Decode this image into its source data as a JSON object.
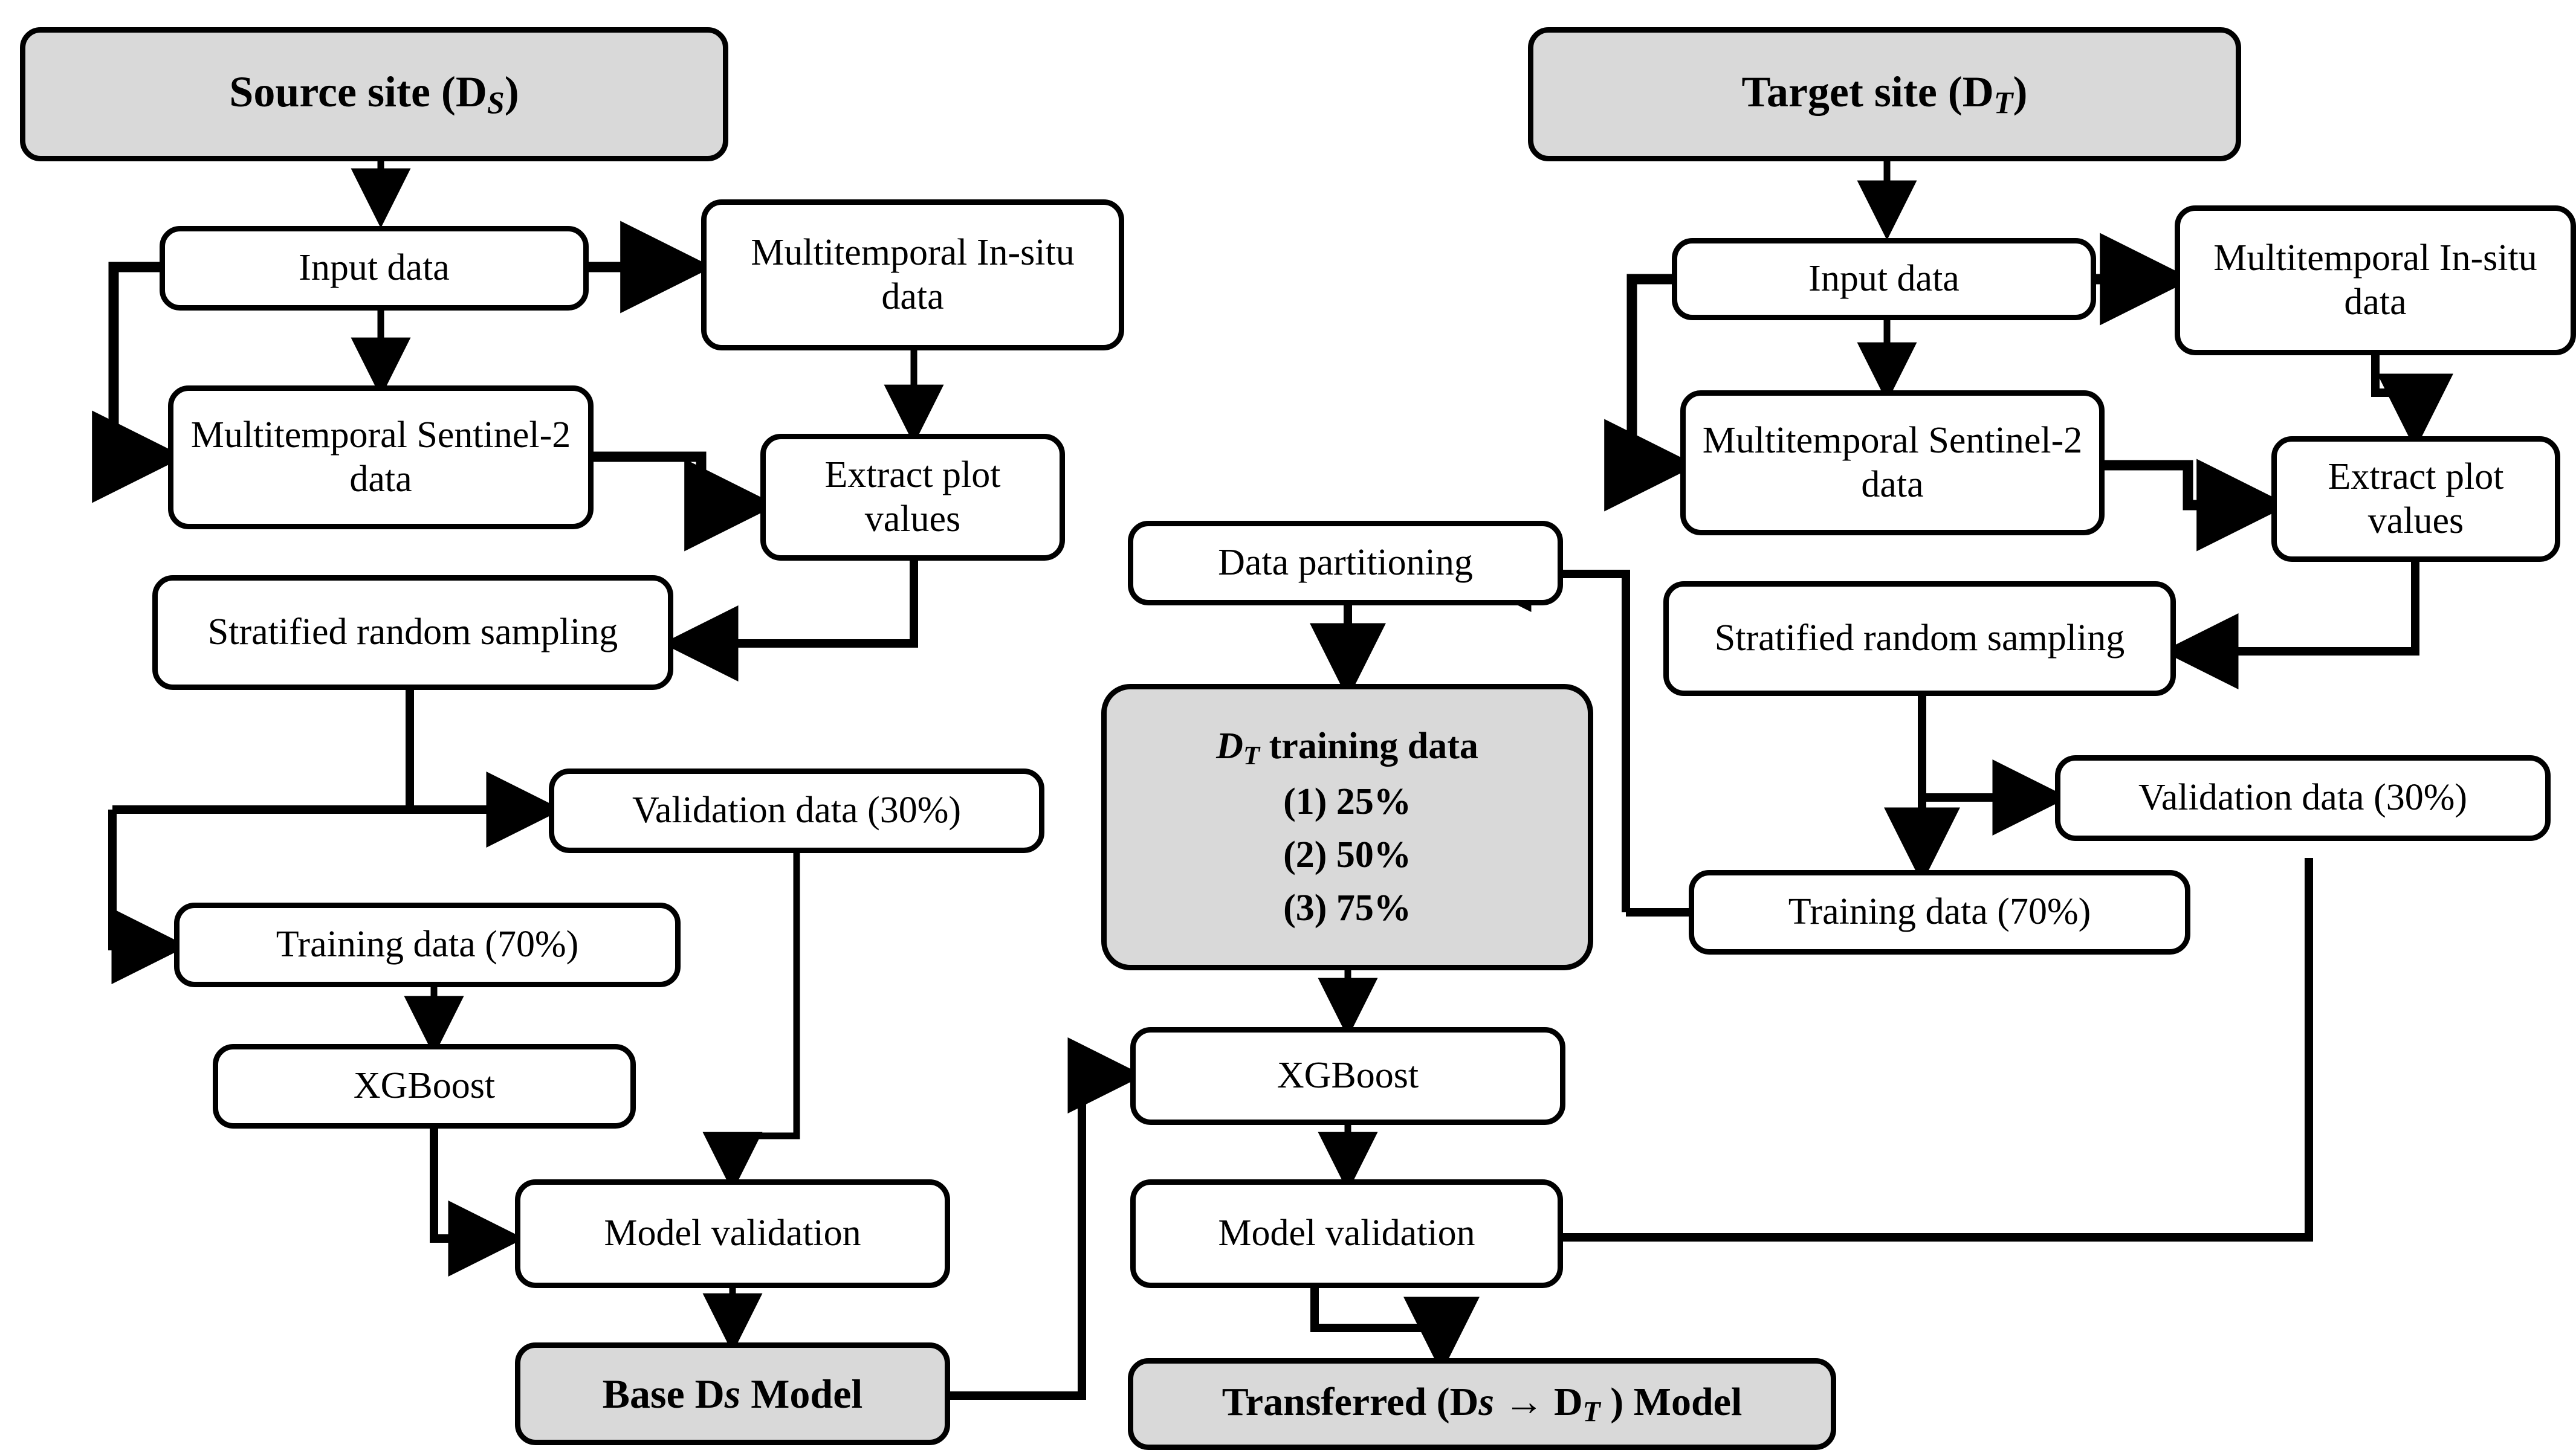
{
  "diagram": {
    "title": "Transfer learning workflow from source site to target site",
    "colors": {
      "shaded_fill": "#d9d9d9",
      "node_fill": "#ffffff",
      "stroke": "#000000",
      "background": "#ffffff"
    },
    "nodes": {
      "source_site": "Source site (D",
      "source_site_sub": "S",
      "source_site_end": ")",
      "target_site": "Target site (D",
      "target_site_sub": "T",
      "target_site_end": ")",
      "src_input_data": "Input data",
      "src_insitu": "Multitemporal In-situ data",
      "src_sentinel": "Multitemporal Sentinel-2 data",
      "src_extract": "Extract plot values",
      "src_sampling": "Stratified random sampling",
      "src_validation_data": "Validation data (30%)",
      "src_training_data": "Training data (70%)",
      "src_xgboost": "XGBoost",
      "src_model_validation": "Model validation",
      "base_model_pre": "Base D",
      "base_model_s": "s",
      "base_model_post": " Model",
      "tgt_input_data": "Input data",
      "tgt_insitu": "Multitemporal In-situ data",
      "tgt_sentinel": "Multitemporal Sentinel-2 data",
      "tgt_extract": "Extract plot values",
      "tgt_sampling": "Stratified random sampling",
      "tgt_validation_data": "Validation data (30%)",
      "tgt_training_data": "Training data (70%)",
      "data_partitioning": "Data partitioning",
      "dt_training_header_pre": "D",
      "dt_training_header_sub": "T",
      "dt_training_header_post": " training data",
      "dt_option_1": "(1) 25%",
      "dt_option_2": "(2) 50%",
      "dt_option_3": "(3) 75%",
      "mid_xgboost": "XGBoost",
      "mid_model_validation": "Model validation",
      "transferred_model_pre": "Transferred (D",
      "transferred_model_s": "s",
      "transferred_model_arrow": " → D",
      "transferred_model_sub": "T",
      "transferred_model_post": " ) Model"
    }
  }
}
